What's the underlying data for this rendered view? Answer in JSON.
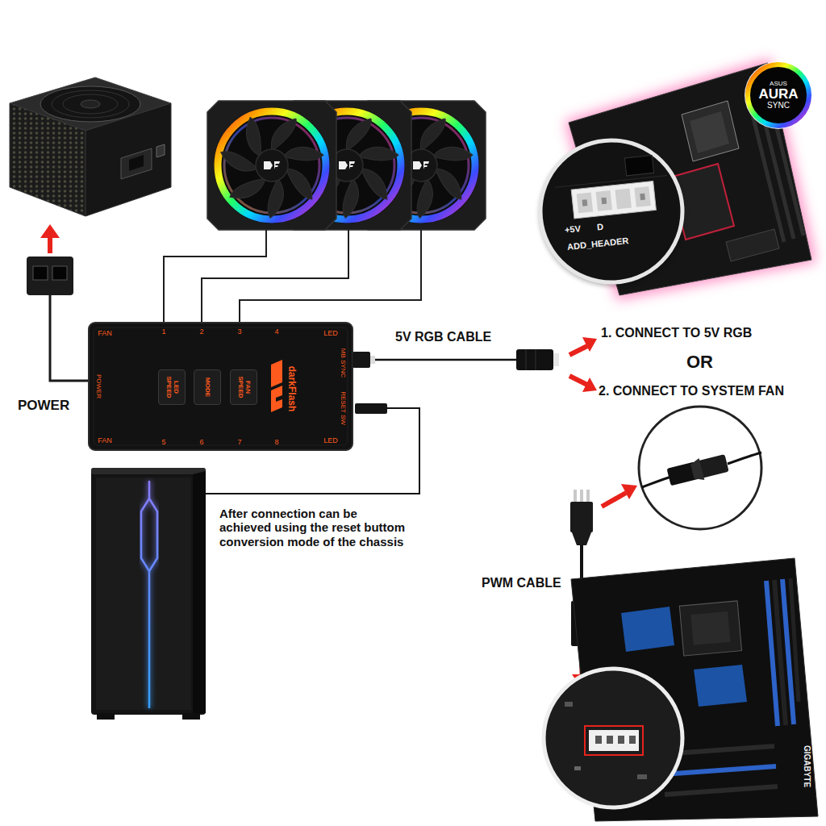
{
  "diagram": {
    "nodes": [
      {
        "text": [
          "FAN",
          "1",
          "2",
          "3",
          "4",
          "LED",
          "POWER",
          "MB SYNC",
          "RESET SW",
          "darkFlash",
          "FAN",
          "5",
          "6",
          "7",
          "8",
          "LED"
        ]
      },
      {
        "text": [
          "LED SPEED"
        ],
        "in": 0
      },
      {
        "text": [
          "MODE"
        ],
        "in": 0
      },
      {
        "text": [
          "FAN SPEED"
        ],
        "in": 0
      },
      {
        "text": [
          "ASUS",
          "AURA",
          "SYNC"
        ]
      }
    ],
    "labels": [
      "+5V",
      "D",
      "ADD_HEADER",
      "5V RGB CABLE",
      "1. CONNECT TO 5V RGB",
      "OR",
      "2. CONNECT TO SYSTEM FAN",
      "POWER",
      "After connection can be achieved using the reset buttom conversion mode of the chassis",
      "PWM CABLE",
      "GIGABYTE"
    ]
  }
}
